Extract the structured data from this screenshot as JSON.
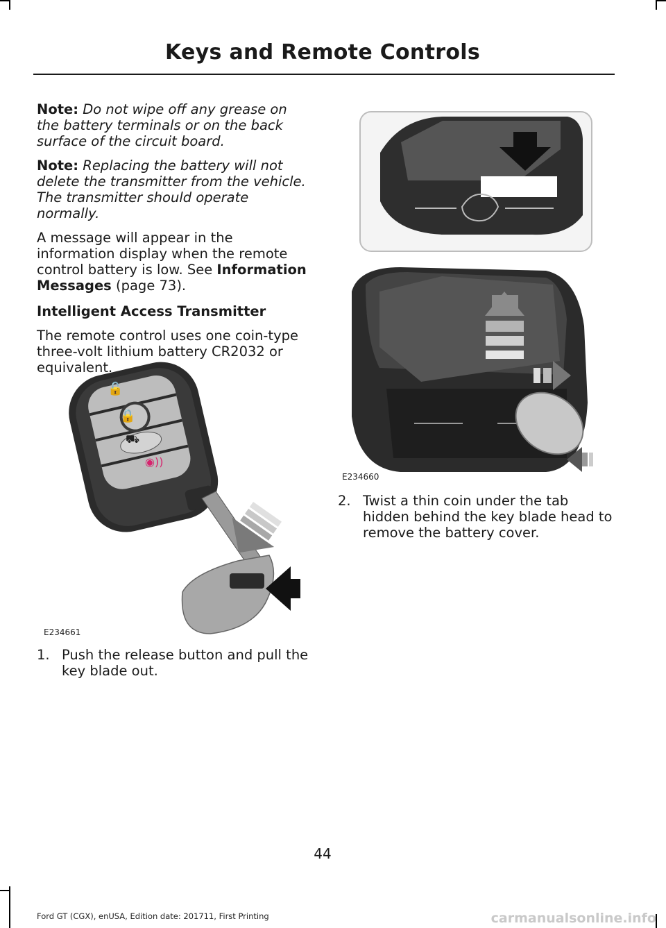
{
  "header": {
    "title": "Keys and Remote Controls"
  },
  "left_column": {
    "note1": {
      "label": "Note:",
      "text": "Do not wipe off any grease on the battery terminals or on the back surface of the circuit board."
    },
    "note2": {
      "label": "Note:",
      "text": "Replacing the battery will not delete the transmitter from the vehicle.  The transmitter should operate normally."
    },
    "message": {
      "text": "A message will appear in the information display when the remote control battery is low.  See",
      "link": "Information Messages",
      "page_ref": "(page 73)."
    },
    "heading": "Intelligent Access Transmitter",
    "battery_text": "The remote control uses one coin-type three-volt lithium battery CR2032 or equivalent.",
    "figure_code": "E234661",
    "step1": {
      "number": "1.",
      "text": "Push the release button and pull the key blade out."
    }
  },
  "right_column": {
    "figure_code": "E234660",
    "step2": {
      "number": "2.",
      "text": "Twist a thin coin under the tab hidden behind the key blade head to remove the battery cover."
    }
  },
  "footer": {
    "page_number": "44",
    "edition": "Ford GT (CGX), enUSA, Edition date: 201711, First Printing",
    "watermark": "carmanualsonline.info"
  },
  "icons": {
    "unlock": "unlock-icon",
    "lock": "lock-icon",
    "liftgate": "liftgate-icon",
    "panic": "panic-icon"
  },
  "colors": {
    "panic_accent": "#d6246e"
  }
}
